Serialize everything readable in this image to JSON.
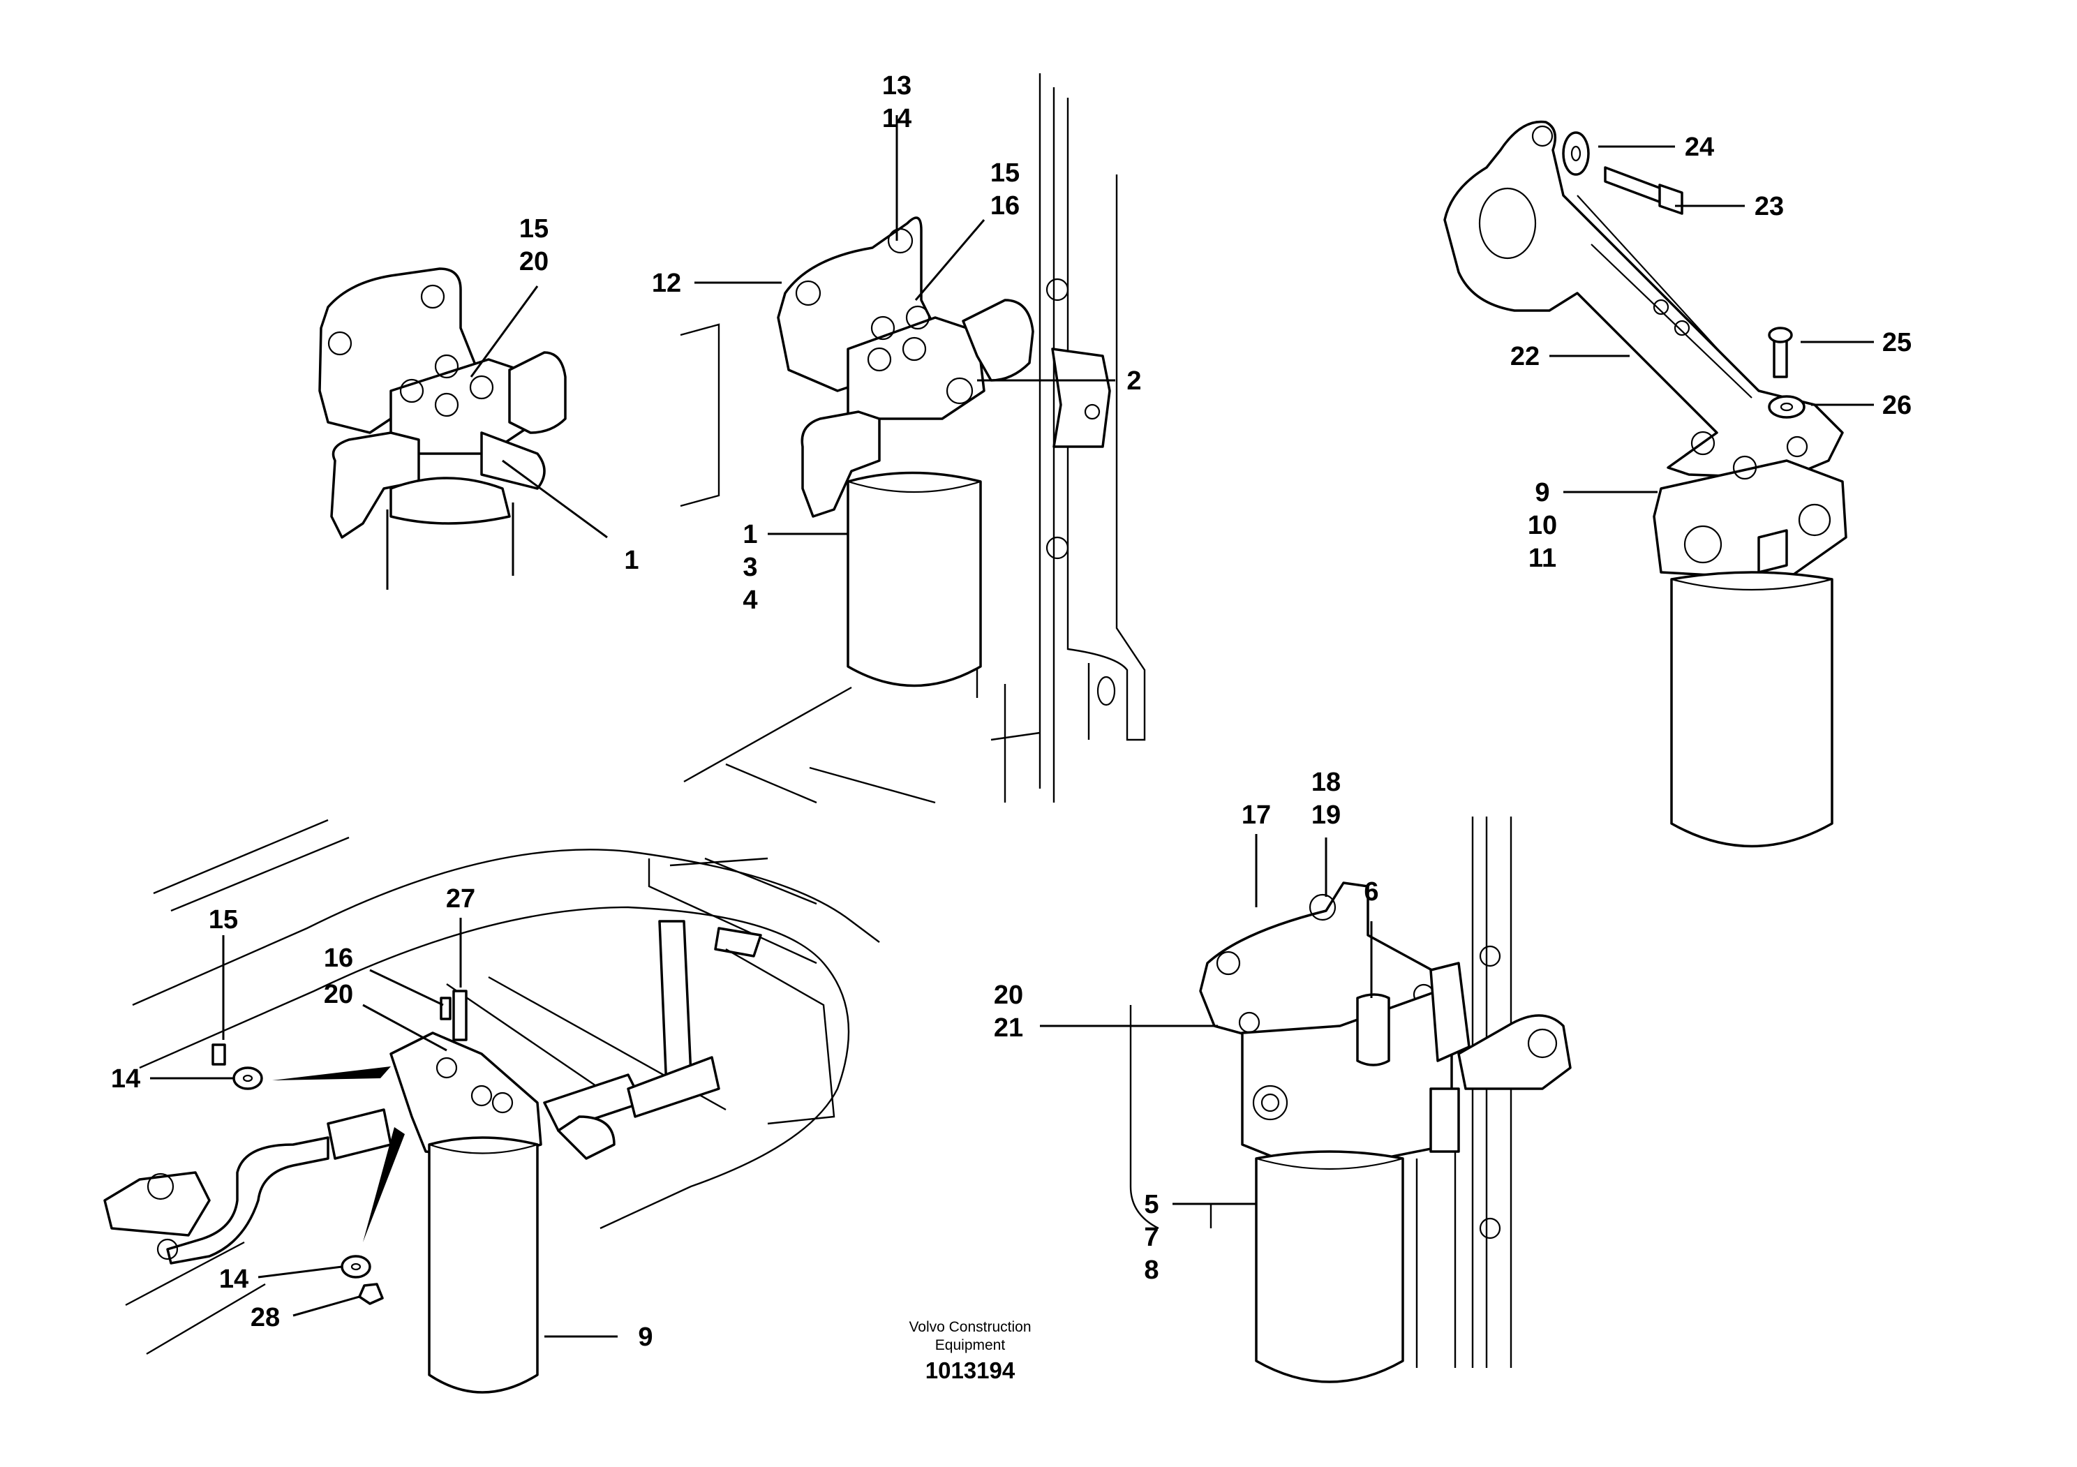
{
  "callouts": {
    "a_15": "15",
    "a_20": "20",
    "a_1": "1",
    "b_13": "13",
    "b_14": "14",
    "b_15": "15",
    "b_16": "16",
    "b_12": "12",
    "b_2": "2",
    "b_1": "1",
    "b_3": "3",
    "b_4": "4",
    "c_24": "24",
    "c_23": "23",
    "c_25": "25",
    "c_22": "22",
    "c_26": "26",
    "c_9": "9",
    "c_10": "10",
    "c_11": "11",
    "d_15": "15",
    "d_27": "27",
    "d_16": "16",
    "d_20": "20",
    "d_14a": "14",
    "d_14b": "14",
    "d_28": "28",
    "d_9": "9",
    "e_18": "18",
    "e_19": "19",
    "e_17": "17",
    "e_6": "6",
    "e_20": "20",
    "e_21": "21",
    "e_5": "5",
    "e_7": "7",
    "e_8": "8"
  },
  "caption": {
    "line1": "Volvo Construction",
    "line2": "Equipment",
    "code": "1013194"
  }
}
